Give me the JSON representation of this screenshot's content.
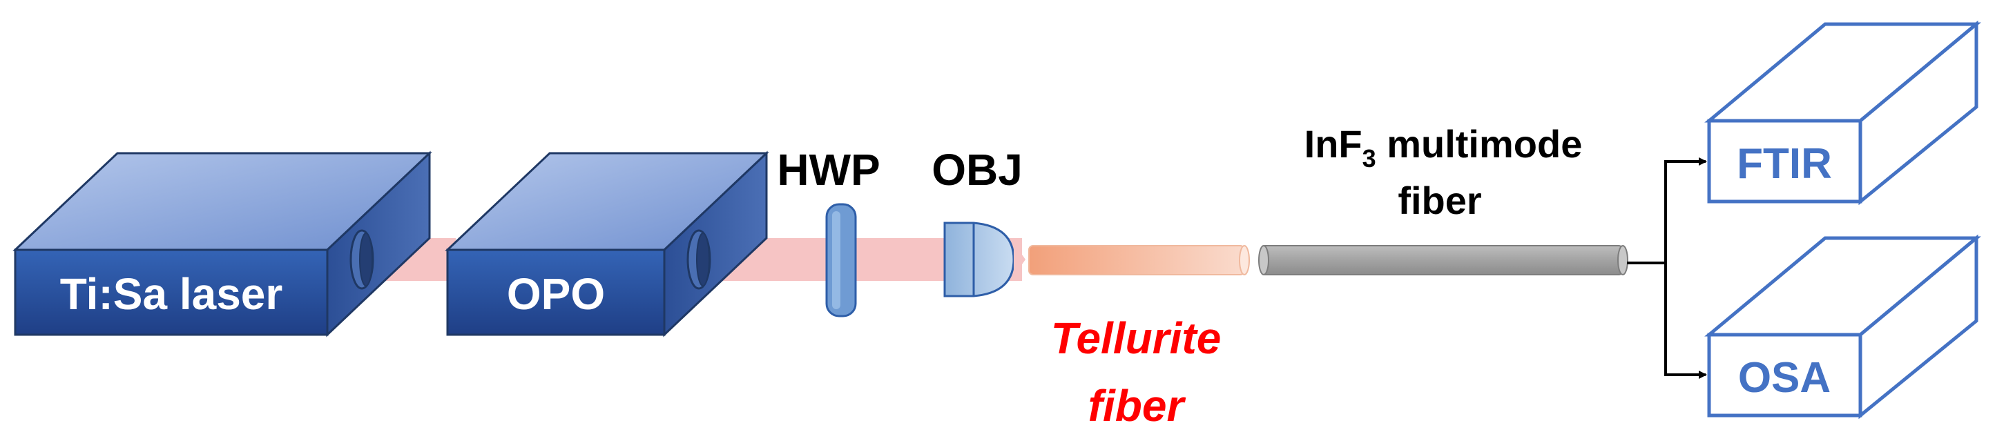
{
  "devices": {
    "laser": "Ti:Sa laser",
    "opo": "OPO",
    "ftir": "FTIR",
    "osa": "OSA"
  },
  "optics": {
    "hwp": "HWP",
    "obj": "OBJ"
  },
  "fibers": {
    "tellurite_line1": "Tellurite",
    "tellurite_line2": "fiber",
    "inf3_prefix": "InF",
    "inf3_subscript": "3",
    "inf3_suffix": " multimode",
    "inf3_line2": "fiber"
  },
  "colors": {
    "box_front_top": "#2f5aa8",
    "box_front_bottom": "#1f3f86",
    "box_top_light": "#9db4e0",
    "box_outline": "#1f3864",
    "beam": "#f6c4c4",
    "tellurite_dark": "#f2a07a",
    "tellurite_light": "#f9d2bf",
    "inf3_fiber": "#a5a5a5",
    "detector_outline": "#4472c4",
    "detector_text": "#4472c4",
    "tellurite_text": "#ff0000",
    "label_text": "#000000"
  }
}
